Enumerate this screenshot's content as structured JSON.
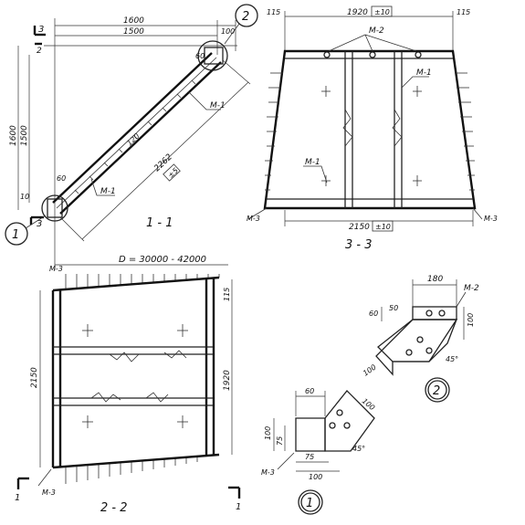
{
  "view_1_1": {
    "title": "1 - 1",
    "dim_top_outer": "1600",
    "dim_top_inner": "1500",
    "dim_left_outer": "1600",
    "dim_left_inner": "1500",
    "dim_diagonal": "2262",
    "dim_diagonal_tol": "±5",
    "dim_bottom_60": "60",
    "dim_top_100": "100",
    "dim_top_60": "60",
    "dim_small_10": "10",
    "dim_120": "120",
    "tag_m1_upper": "М-1",
    "tag_m1_lower": "М-1",
    "section_3_top": "3",
    "section_3_bottom": "3",
    "section_2_top": "2",
    "callout_1": "1",
    "callout_2": "2"
  },
  "view_3_3": {
    "title": "3 - 3",
    "dim_top": "1920",
    "dim_top_tol": "±10",
    "dim_bottom": "2150",
    "dim_bottom_tol": "±10",
    "dim_left_115": "115",
    "dim_right_115": "115",
    "tag_m2": "М-2",
    "tag_m1_right": "М-1",
    "tag_m1_left": "М-1",
    "tag_m3_left": "М-3",
    "tag_m3_right": "М-3"
  },
  "span_label": "D = 30000 - 42000",
  "view_2_2": {
    "title": "2 - 2",
    "dim_left": "2150",
    "dim_right": "1920",
    "dim_right_115": "115",
    "tag_m3_top": "М-3",
    "tag_m3_bottom": "М-3",
    "section_1_left": "1",
    "section_1_right": "1"
  },
  "detail_2": {
    "label": "2",
    "dim_180": "180",
    "dim_60": "60",
    "dim_50": "50",
    "dim_100_right": "100",
    "dim_100_bottom": "100",
    "angle": "45°",
    "tag_m2": "М-2"
  },
  "detail_1": {
    "label": "1",
    "dim_60": "60",
    "dim_100_top": "100",
    "dim_100_left": "100",
    "dim_75_left": "75",
    "dim_75_bottom": "75",
    "dim_100_bottom": "100",
    "angle": "45°",
    "tag_m3": "М-3"
  }
}
